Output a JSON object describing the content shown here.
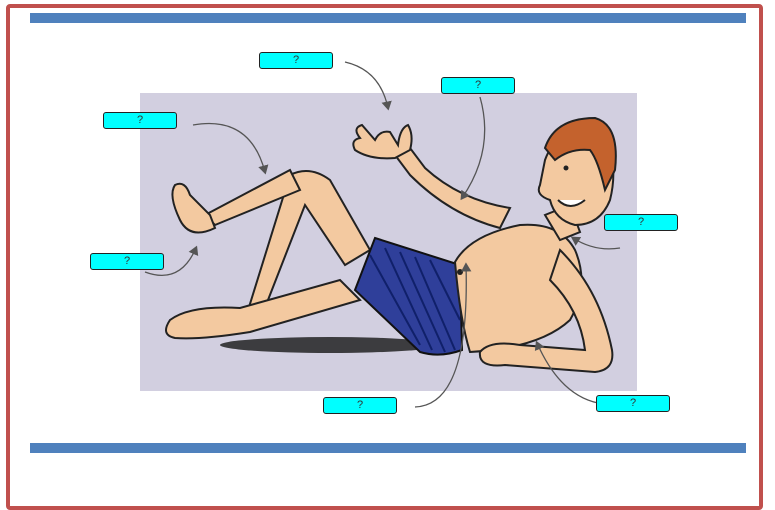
{
  "labels": [
    {
      "id": "hand",
      "text": "?"
    },
    {
      "id": "arm",
      "text": "?"
    },
    {
      "id": "knee",
      "text": "?"
    },
    {
      "id": "foot",
      "text": "?"
    },
    {
      "id": "neck",
      "text": "?"
    },
    {
      "id": "chest",
      "text": "?"
    },
    {
      "id": "elbow",
      "text": "?"
    }
  ],
  "colors": {
    "frame_border": "#c0504d",
    "bars": "#4f81bd",
    "label_fill": "#00ffff",
    "backdrop": "#d2cfe0",
    "skin": "#f3c9a0",
    "shorts": "#2f3f9a",
    "hair": "#c4622d"
  }
}
